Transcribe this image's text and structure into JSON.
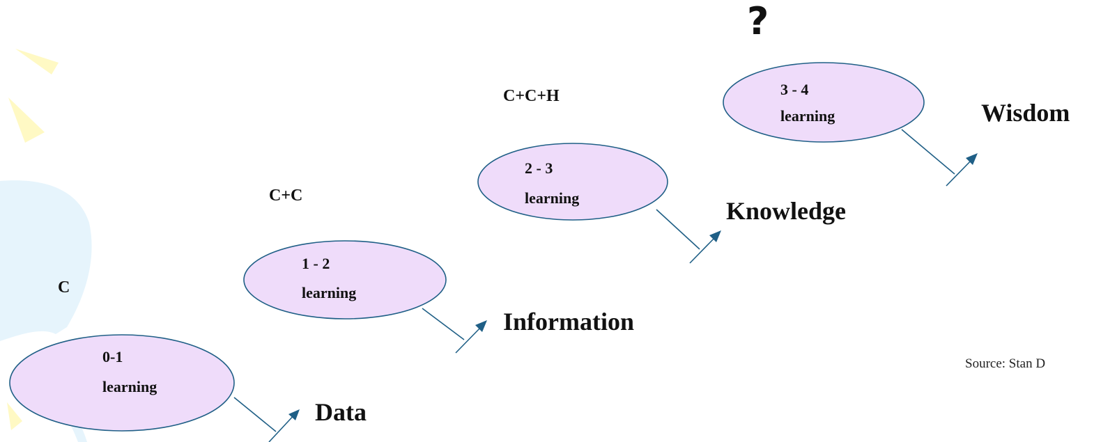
{
  "diagram": {
    "steps": [
      {
        "level": "0-1",
        "learning": "learning",
        "outcome": "Data",
        "connection": "C"
      },
      {
        "level": "1 - 2",
        "learning": "learning",
        "outcome": "Information",
        "connection": "C+C"
      },
      {
        "level": "2 - 3",
        "learning": "learning",
        "outcome": "Knowledge",
        "connection": "C+C+H"
      },
      {
        "level": "3 - 4",
        "learning": "learning",
        "outcome": "Wisdom",
        "connection": "?"
      }
    ],
    "source": "Source: Stan D"
  },
  "colors": {
    "ellipse_fill": "#efdcfa",
    "ellipse_stroke": "#1f5f86",
    "arrow": "#1f5f86",
    "decor_yellow": "#fff9c4",
    "decor_blue": "#e6f4fc"
  }
}
